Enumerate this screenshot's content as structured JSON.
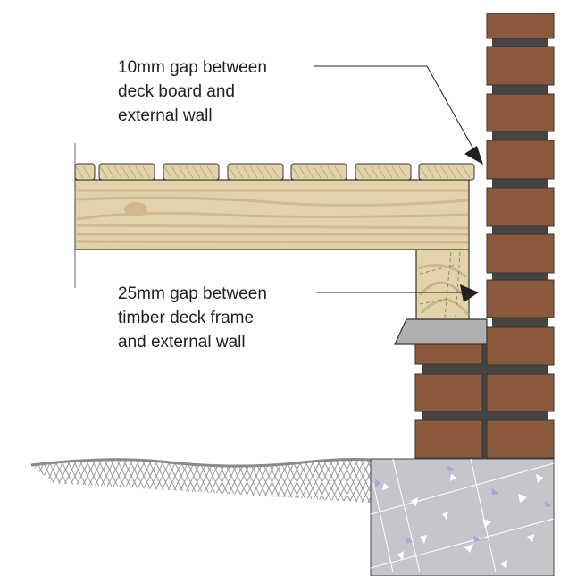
{
  "annotations": {
    "top": {
      "lines": [
        "10mm gap between",
        "deck board and",
        "external wall"
      ]
    },
    "middle": {
      "lines": [
        "25mm gap between",
        "timber deck frame",
        "and external wall"
      ]
    }
  },
  "colors": {
    "brick": "#8b5a3c",
    "mortar": "#444444",
    "timber": "#e2d3a8",
    "timber_grain": "#d2b78f",
    "dpc": "#b0b0b2",
    "concrete": "#c6c5ca",
    "ground": "#8a8a8a"
  }
}
